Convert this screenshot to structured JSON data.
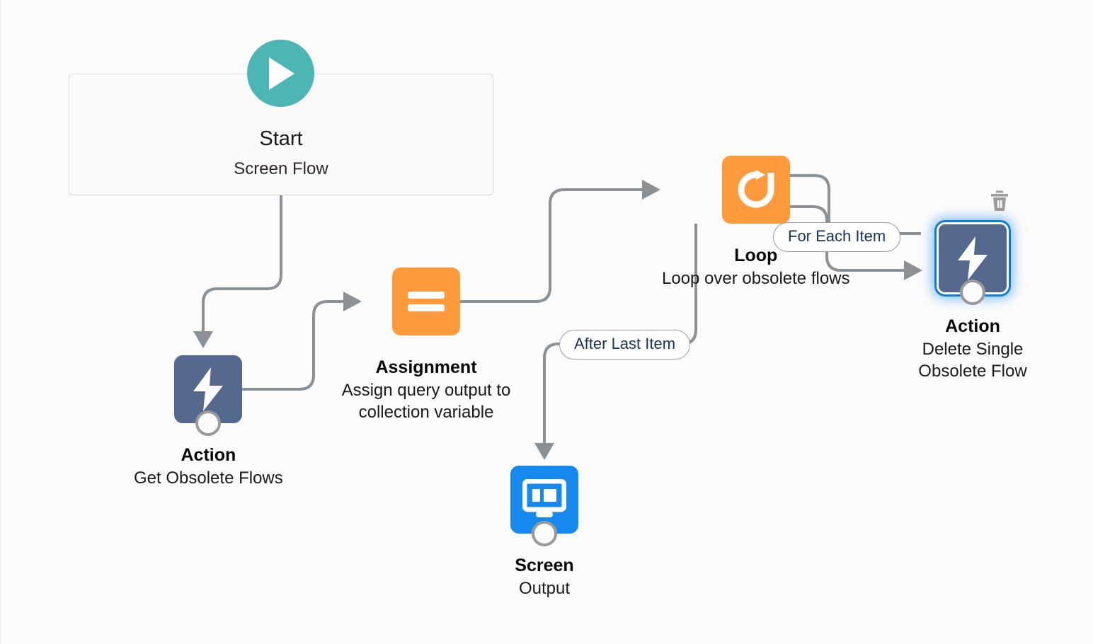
{
  "canvas": {
    "background": "#fbfbfb",
    "connector_color": "#8c9196"
  },
  "start": {
    "icon": "play-icon",
    "icon_color": "#4bb6b4",
    "title": "Start",
    "subtitle": "Screen Flow"
  },
  "nodes": [
    {
      "id": "action-get-obsolete-flows",
      "icon": "lightning-bolt-icon",
      "icon_color": "#54698d",
      "type_label": "Action",
      "name_label": "Get Obsolete Flows",
      "selected": false
    },
    {
      "id": "assignment",
      "icon": "equals-icon",
      "icon_color": "#ff9a3c",
      "type_label": "Assignment",
      "name_label": "Assign query output to collection variable",
      "selected": false
    },
    {
      "id": "loop",
      "icon": "loop-refresh-icon",
      "icon_color": "#ff9a3c",
      "type_label": "Loop",
      "name_label": "Loop over obsolete flows",
      "selected": false
    },
    {
      "id": "screen-output",
      "icon": "screen-monitor-icon",
      "icon_color": "#1589ee",
      "type_label": "Screen",
      "name_label": "Output",
      "selected": false
    },
    {
      "id": "action-delete-single-obsolete-flow",
      "icon": "lightning-bolt-icon",
      "icon_color": "#54698d",
      "type_label": "Action",
      "name_label": "Delete Single Obsolete Flow",
      "selected": true,
      "selection_color": "#0b7fd4",
      "delete_icon": "trash-icon"
    }
  ],
  "connector_labels": [
    {
      "id": "for-each-item",
      "text": "For Each Item",
      "text_color": "#16325c"
    },
    {
      "id": "after-last-item",
      "text": "After Last Item",
      "text_color": "#16325c"
    }
  ]
}
